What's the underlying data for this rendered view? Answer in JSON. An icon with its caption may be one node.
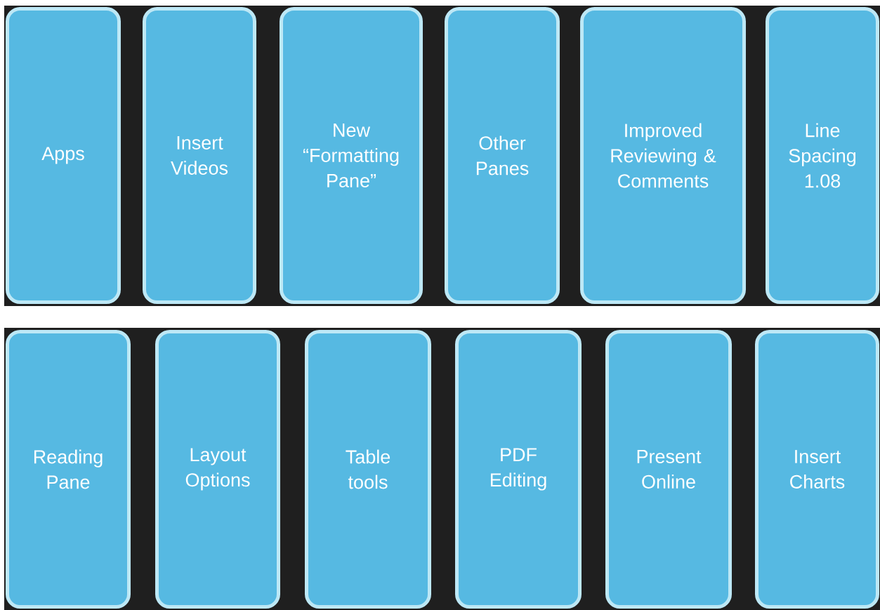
{
  "diagram": {
    "nodes": [
      {
        "text": [
          "Apps"
        ]
      },
      {
        "text": [
          "Insert Videos"
        ]
      },
      {
        "text": [
          "New “Formatting Pane”"
        ]
      },
      {
        "text": [
          "Other Panes"
        ]
      },
      {
        "text": [
          "Improved Reviewing & Comments"
        ]
      },
      {
        "text": [
          "Line Spacing 1.08"
        ]
      },
      {
        "text": [
          "Reading Pane"
        ]
      },
      {
        "text": [
          "Layout Options"
        ]
      },
      {
        "text": [
          "Table tools"
        ]
      },
      {
        "text": [
          "PDF Editing"
        ]
      },
      {
        "text": [
          "Present Online"
        ]
      },
      {
        "text": [
          "Insert Charts"
        ]
      }
    ]
  }
}
